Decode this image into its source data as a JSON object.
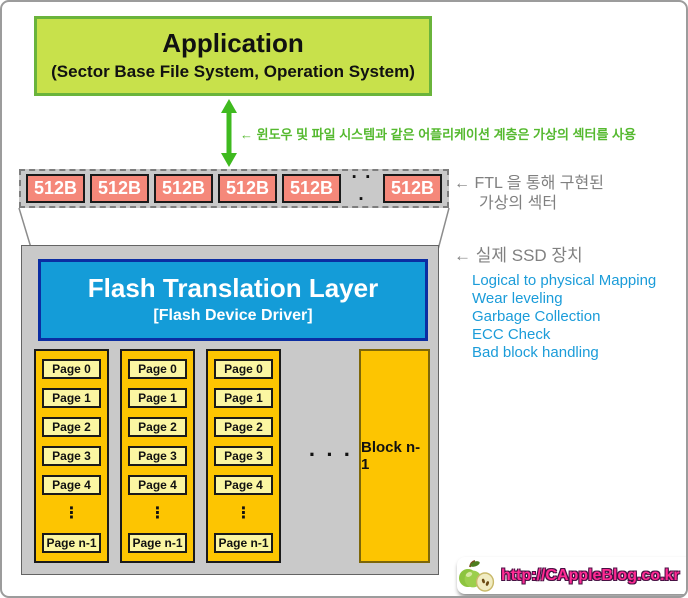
{
  "application": {
    "title": "Application",
    "subtitle": "(Sector Base File System, Operation System)"
  },
  "annotations": {
    "virtual_sector_usage": "← 윈도우 및 파일 시스템과 같은 어플리케이션 계층은 가상의 섹터를 사용",
    "ftl_virtual_sector_line1": "← FTL 을 통해 구현된",
    "ftl_virtual_sector_line2": "가상의 섹터",
    "real_ssd_device": "← 실제 SSD 장치"
  },
  "sector_strip": {
    "boxes": [
      "512B",
      "512B",
      "512B",
      "512B",
      "512B",
      "512B"
    ],
    "ellipsis": "· · ·"
  },
  "ftl": {
    "title": "Flash Translation Layer",
    "subtitle": "[Flash Device Driver]",
    "functions": [
      "Logical to physical Mapping",
      "Wear leveling",
      "Garbage Collection",
      "ECC Check",
      "Bad block handling"
    ]
  },
  "flash_blocks": {
    "page_labels": [
      "Page 0",
      "Page 1",
      "Page 2",
      "Page 3",
      "Page 4"
    ],
    "vertical_ellipsis": "⋮",
    "last_page_label": "Page n-1",
    "horizontal_ellipsis": "· · ·",
    "block_label": "Block n-1"
  },
  "footer": {
    "url": "http://CAppleBlog.co.kr"
  },
  "colors": {
    "app_fill": "#c8e14b",
    "app_border": "#6ab43b",
    "green_text": "#55b92f",
    "sector_fill": "#f5887a",
    "gray_panel": "#c9c9c9",
    "gray_text": "#808080",
    "ftl_fill": "#149cd8",
    "ftl_border": "#0b2da2",
    "blue_text": "#1b9cd9",
    "gold": "#fdc501",
    "pale_yellow": "#fbf6a2",
    "url_magenta": "#ff2a93"
  }
}
